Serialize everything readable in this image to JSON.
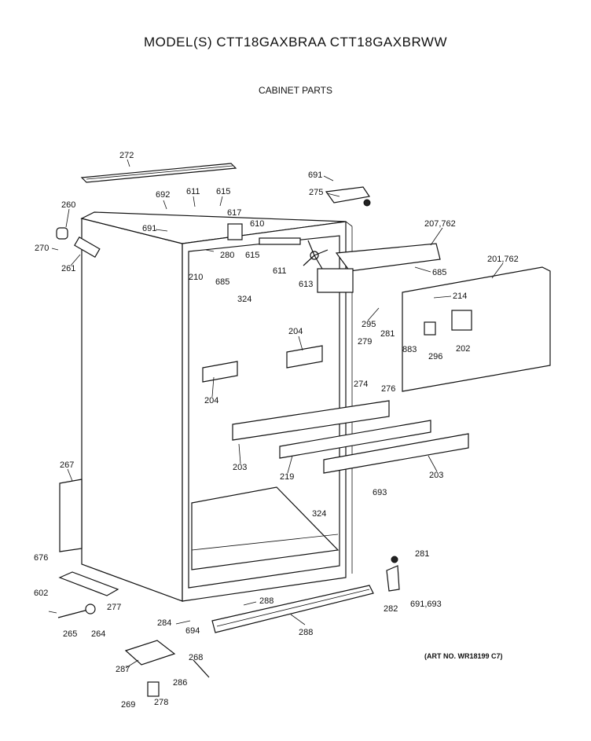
{
  "header": {
    "title": "MODEL(S) CTT18GAXBRAA  CTT18GAXBRWW",
    "subtitle": "CABINET PARTS"
  },
  "art_number": "(ART NO. WR18199 C7)",
  "parts": [
    "272",
    "691",
    "275",
    "260",
    "692",
    "611",
    "615",
    "617",
    "610",
    "207,762",
    "270",
    "691",
    "261",
    "280",
    "615",
    "611",
    "613",
    "685",
    "201,762",
    "210",
    "685",
    "324",
    "214",
    "295",
    "281",
    "279",
    "204",
    "202",
    "296",
    "883",
    "204",
    "274",
    "276",
    "203",
    "219",
    "203",
    "693",
    "267",
    "324",
    "676",
    "281",
    "602",
    "277",
    "288",
    "282",
    "691,693",
    "265",
    "264",
    "284",
    "694",
    "288",
    "268",
    "287",
    "286",
    "269",
    "278"
  ]
}
